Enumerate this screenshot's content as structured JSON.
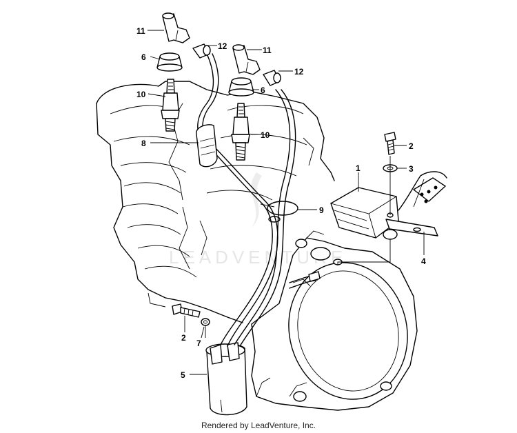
{
  "watermark": "LEADVENTURE",
  "footer": "Rendered by LeadVenture, Inc.",
  "callouts": {
    "c11a": "11",
    "c12a": "12",
    "c6a": "6",
    "c10a": "10",
    "c11b": "11",
    "c12b": "12",
    "c6b": "6",
    "c10b": "10",
    "c8": "8",
    "c9": "9",
    "c1": "1",
    "c2a": "2",
    "c3": "3",
    "c4": "4",
    "c2b": "2",
    "c7": "7",
    "c5": "5"
  }
}
